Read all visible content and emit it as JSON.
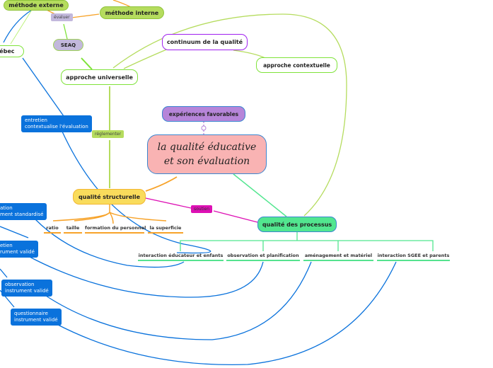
{
  "nodes": {
    "methode_externe": "méthode externe",
    "methode_interne": "méthode interne",
    "evaluer": "évaluer",
    "seaq": "SEAQ",
    "quebec": "uébec",
    "approche_universelle": "approche universelle",
    "continuum": "continuum de la qualité",
    "approche_contextuelle": "approche contextuelle",
    "experiences": "expériences favorables",
    "central_line1": "la qualité éducative",
    "central_line2": "et son évaluation",
    "reglementer": "réglementer",
    "qualite_structurelle": "qualité structurelle",
    "soutien": "soutien",
    "qualite_processus": "qualité des processus"
  },
  "blue_notes": [
    {
      "line1": "entretien",
      "line2": "contextualise l'évaluation"
    },
    {
      "line1": "ation",
      "line2": "ment standardisé"
    },
    {
      "line1": "etien",
      "line2": "rument validé"
    },
    {
      "line1": "observation",
      "line2": "instrument validé"
    },
    {
      "line1": "questionnaire",
      "line2": "instrument validé"
    }
  ],
  "structurelle_children": [
    "ratio",
    "taille",
    "formation du personnel",
    "la superficie"
  ],
  "processus_children": [
    "interaction éducateur et enfants",
    "observation et planification",
    "aménagement et matériel",
    "interaction SGEE et parents"
  ],
  "colors": {
    "central": "#f9b3b3",
    "structurelle": "#f9dc5c",
    "processus": "#52e68f",
    "blue": "#0a72dc",
    "experiences": "#b685d9",
    "soutien": "#dd10b4"
  }
}
